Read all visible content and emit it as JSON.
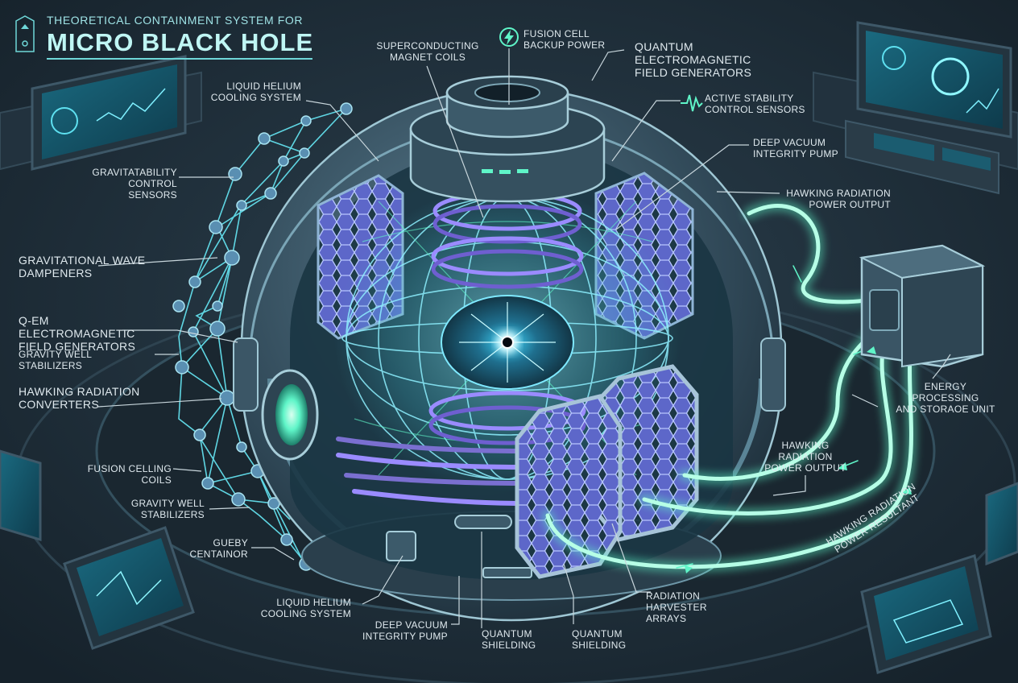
{
  "title": {
    "subtitle": "THEORETICAL CONTAINMENT SYSTEM FOR",
    "main": "MICRO BLACK HOLE"
  },
  "labels": {
    "superconducting_magnet_coils": "SUPERCONDUCTING\nMAGNET COILS",
    "fusion_cell_backup_power": "FUSION CELL\nBACKUP POWER",
    "quantum_em_field_generators": "QUANTUM ELECTROMAGNETIC\nFIELD GENERATORS",
    "liquid_helium_cooling_top": "LIQUID HELIUM\nCOOLING SYSTEM",
    "active_stability_sensors": "ACTIVE STABILITY\nCONTROL SENSORS",
    "deep_vacuum_pump_top": "DEEP VACUUM\nINTEGRITY PUMP",
    "gravitatability_sensors": "GRAVITATABILITY\nCONTROL SENSORS",
    "hawking_power_output_top": "HAWKING RADIATION\nPOWER OUTPUT",
    "gravitational_wave_dampeners": "GRAVITATIONAL WAVE\nDAMPENERS",
    "qem_field_generators": "Q-EM ELECTROMAGNETIC\nFIELD GENERATORS",
    "gravity_well_stabilizers_left": "GRAVITY WELL STABILIZERS",
    "hawking_radiation_converters": "HAWKING RADIATION\nCONVERTERS",
    "energy_processing_unit": "ENERGY PROCESSING\nAND STORAOE UNIT",
    "fusion_celling_coils": "FUSION CELLING\nCOILS",
    "hawking_power_output_right": "HAWKING\nRADIATION\nPOWER OUTPUT",
    "gravity_well_stabilizers_lower": "GRAVITY WELL\nSTABILIZERS",
    "hawking_power_resultant": "HAWKING RADIATION\nPOWER RESULTANT",
    "gueby_centainor": "GUEBY\nCENTAINOR",
    "liquid_helium_cooling_bottom": "LIQUID HELIUM\nCOOLING SYSTEM",
    "deep_vacuum_pump_bottom": "DEEP VACUUM\nINTEGRITY PUMP",
    "quantum_shielding_1": "QUANTUM\nSHIELDING",
    "quantum_shielding_2": "QUANTUM\nSHIELDING",
    "radiation_harvester_arrays": "RADIATION\nHARVESTER\nARRAYS"
  },
  "icons": {
    "logo": "containment-emblem-icon",
    "power": "lightning-bolt-icon",
    "sensor": "waveform-icon"
  },
  "colors": {
    "background": "#1c2a35",
    "sphere": "#3a5566",
    "glow": "#5ff5c8",
    "field": "#8ef0ff",
    "label": "#dfe9ee",
    "accent": "#6fd7d8",
    "coil": "#7a6fd0"
  }
}
